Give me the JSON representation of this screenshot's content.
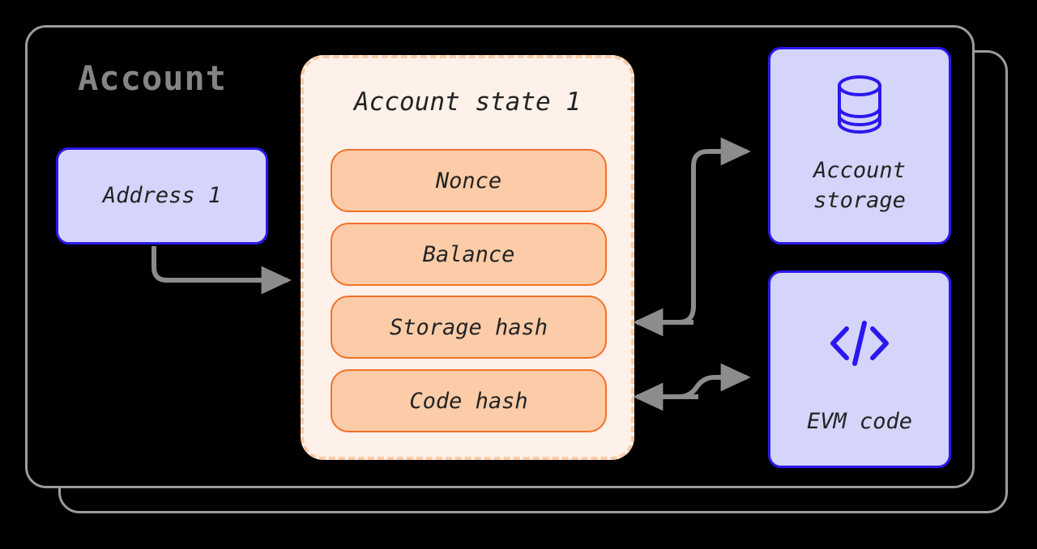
{
  "diagram": {
    "title": "Account",
    "background_color": "#000000",
    "frame_color": "#9c9c9c"
  },
  "colors": {
    "lavender_fill": "#D5D4FB",
    "lavender_border": "#2A18EE",
    "orange_fill": "#FCCCA8",
    "orange_border": "#F4702A",
    "state_background": "#FDF1EA",
    "state_dash_border": "#FBCBA6",
    "arrow": "#8C8C8C",
    "title_gray": "#858585",
    "text_dark": "#232323"
  },
  "address_node": {
    "label": "Address 1"
  },
  "account_state": {
    "title": "Account state 1",
    "fields": [
      {
        "label": "Nonce"
      },
      {
        "label": "Balance"
      },
      {
        "label": "Storage hash"
      },
      {
        "label": "Code hash"
      }
    ]
  },
  "side_nodes": [
    {
      "icon": "database-icon",
      "caption": "Account\nstorage"
    },
    {
      "icon": "code-brackets-icon",
      "caption": "EVM code"
    }
  ],
  "connections": [
    {
      "from": "Address 1",
      "to": "Account state 1",
      "direction": "forward"
    },
    {
      "from": "Storage hash",
      "to": "Account storage",
      "direction": "both"
    },
    {
      "from": "Code hash",
      "to": "EVM code",
      "direction": "both"
    }
  ]
}
